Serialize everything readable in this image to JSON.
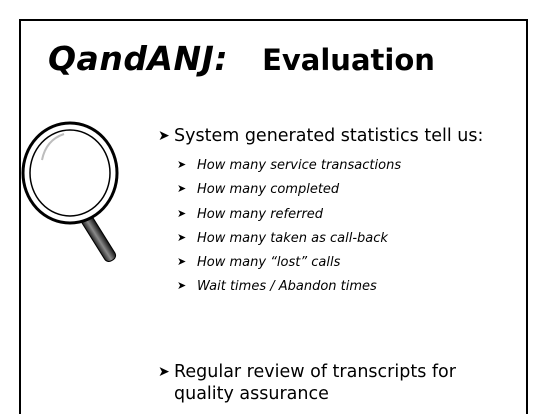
{
  "title": {
    "brand": "QandANJ:",
    "subject": "Evaluation"
  },
  "icons": {
    "magnifier": "magnifying-glass-icon",
    "bullet": "arrow-bullet-icon"
  },
  "bullets": {
    "main1": "System generated statistics tell us:",
    "sub": [
      "How many service transactions",
      "How many completed",
      "How many referred",
      "How many taken as call-back",
      "How many “lost” calls",
      "Wait times / Abandon times"
    ],
    "main2_line1": "Regular review of transcripts for",
    "main2_line2": "quality assurance"
  }
}
